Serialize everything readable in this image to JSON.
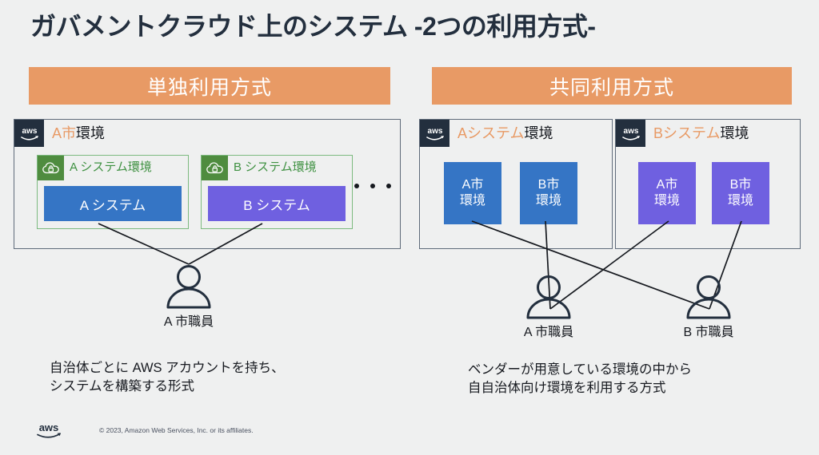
{
  "slide": {
    "title": "ガバメントクラウド上のシステム -2つの利用方式-",
    "background_color": "#eff0f0",
    "accent_orange": "#e89a65",
    "blue": "#3575c5",
    "purple": "#6f60e0",
    "green": "#3f9142",
    "navy": "#232f3e"
  },
  "sections": {
    "left": {
      "header": "単独利用方式",
      "panel": {
        "aws_badge_label": "aws",
        "title_accent": "A市",
        "title_plain": "環境",
        "system_environments": [
          {
            "badge_icon": "cloud-lock-icon",
            "label": "A システム環境",
            "system_box": {
              "label": "A システム",
              "color": "#3575c5"
            }
          },
          {
            "badge_icon": "cloud-lock-icon",
            "label": "B システム環境",
            "system_box": {
              "label": "B システム",
              "color": "#6f60e0"
            }
          }
        ],
        "ellipsis": "• • •"
      },
      "person": {
        "icon": "person-icon",
        "label": "A 市職員"
      },
      "caption": "自治体ごとに AWS アカウントを持ち、\nシステムを構築する形式"
    },
    "right": {
      "header": "共同利用方式",
      "panels": [
        {
          "aws_badge_label": "aws",
          "title_accent": "Aシステム",
          "title_plain": "環境",
          "city_boxes": [
            {
              "line1": "A市",
              "line2": "環境",
              "color": "#3575c5"
            },
            {
              "line1": "B市",
              "line2": "環境",
              "color": "#3575c5"
            }
          ]
        },
        {
          "aws_badge_label": "aws",
          "title_accent": "Bシステム",
          "title_plain": "環境",
          "city_boxes": [
            {
              "line1": "A市",
              "line2": "環境",
              "color": "#6f60e0"
            },
            {
              "line1": "B市",
              "line2": "環境",
              "color": "#6f60e0"
            }
          ]
        }
      ],
      "persons": [
        {
          "icon": "person-icon",
          "label": "A 市職員"
        },
        {
          "icon": "person-icon",
          "label": "B 市職員"
        }
      ],
      "caption": "ベンダーが用意している環境の中から\n自自治体向け環境を利用する方式"
    }
  },
  "footer": {
    "logo": "aws-logo",
    "copyright": "© 2023, Amazon Web Services, Inc. or its affiliates."
  }
}
